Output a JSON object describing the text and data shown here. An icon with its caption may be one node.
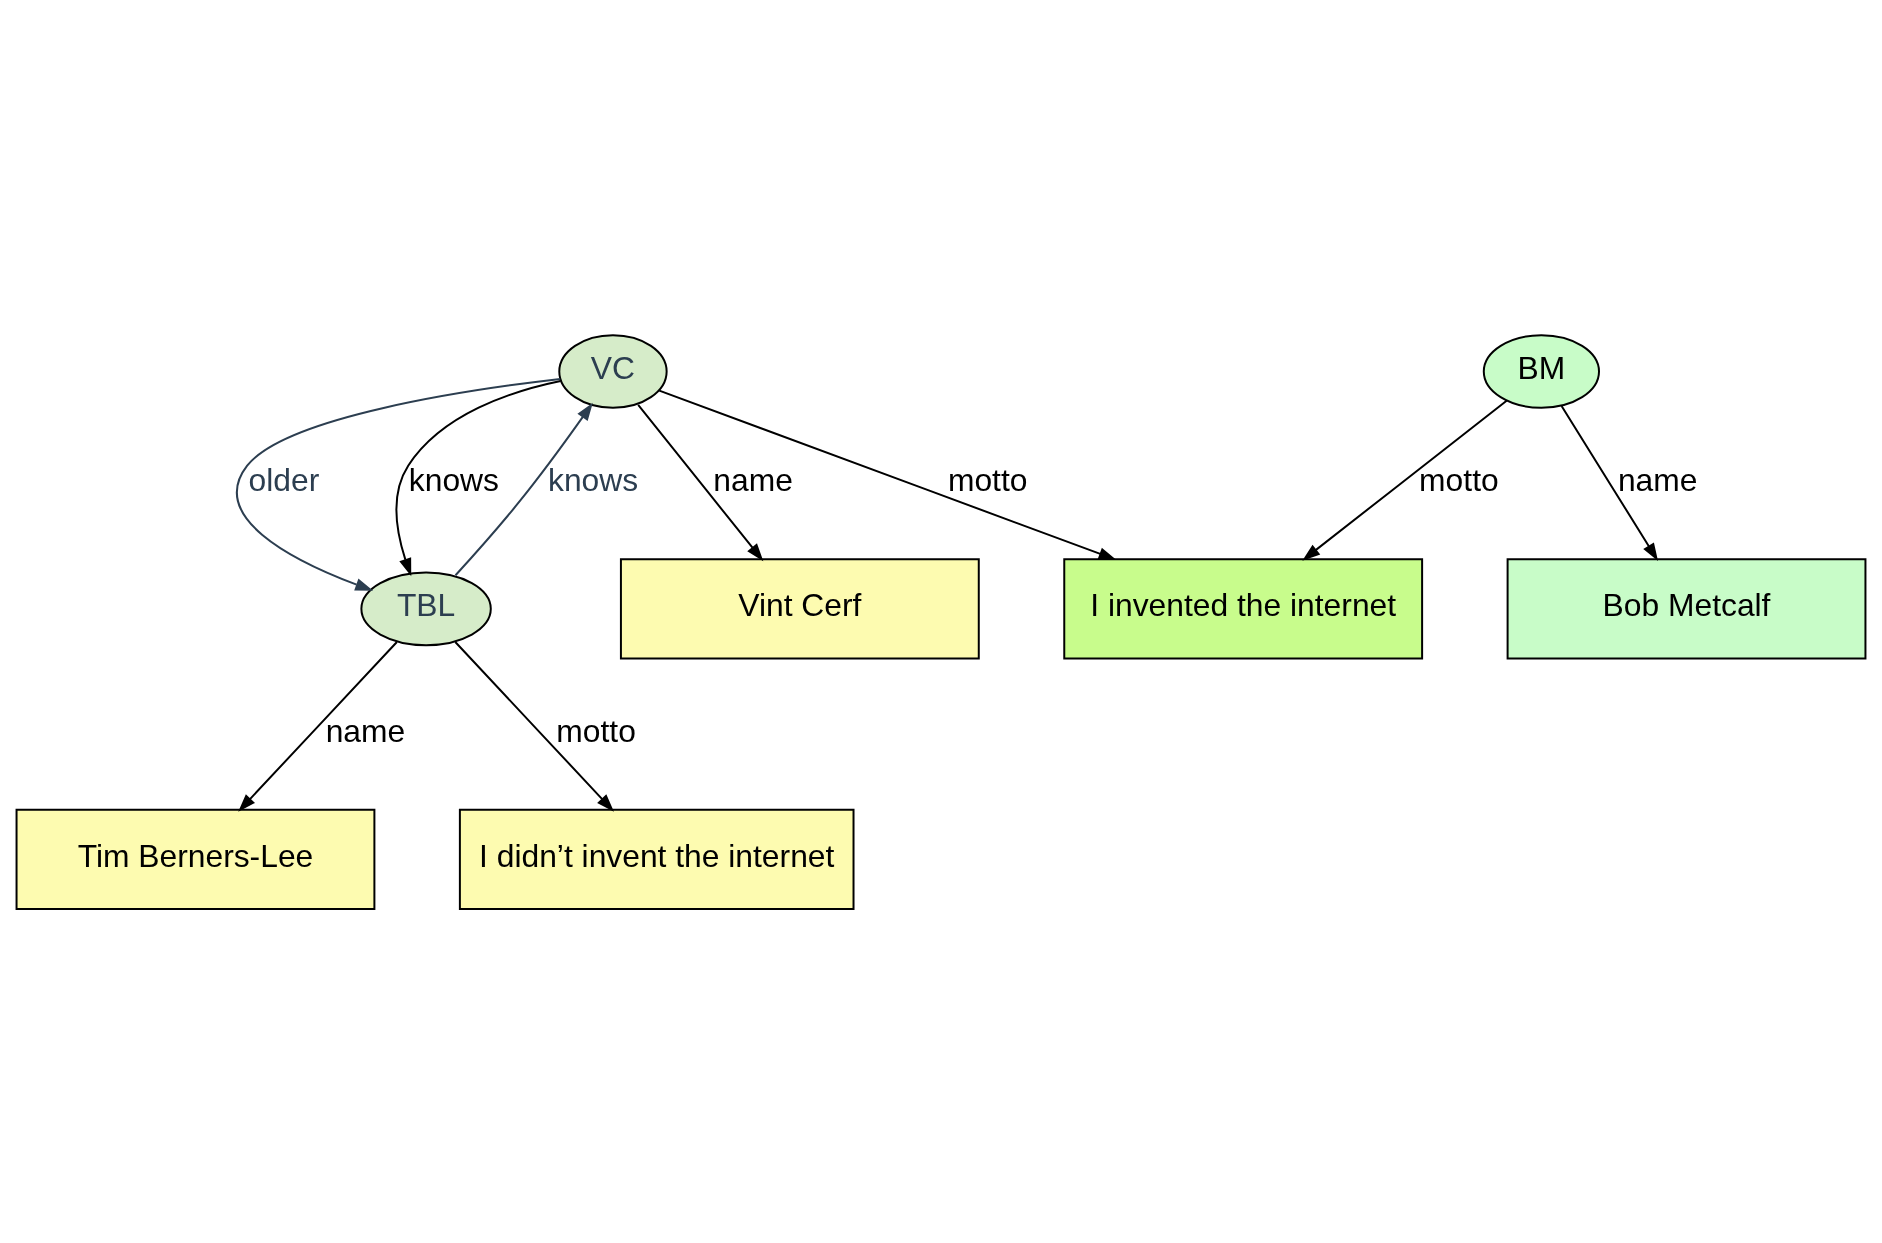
{
  "diagram": {
    "nodes": [
      {
        "text": [
          "VC"
        ]
      },
      {
        "text": [
          "TBL"
        ]
      },
      {
        "text": [
          "BM"
        ]
      },
      {
        "text": [
          "Vint Cerf"
        ]
      },
      {
        "text": [
          "I invented the internet"
        ]
      },
      {
        "text": [
          "Tim Berners-Lee"
        ]
      },
      {
        "text": [
          "I didn’t invent the internet"
        ]
      },
      {
        "text": [
          "Bob Metcalf"
        ]
      }
    ],
    "edges": [
      {
        "from": 0,
        "to": 1,
        "arrow": "to",
        "label": "older",
        "color": "#2c3e50"
      },
      {
        "from": 1,
        "to": 0,
        "arrow": "to",
        "label": "knows",
        "color": "#2c3e50"
      },
      {
        "from": 0,
        "to": 1,
        "arrow": "to",
        "label": "knows"
      },
      {
        "from": 0,
        "to": 3,
        "arrow": "to",
        "label": "name"
      },
      {
        "from": 0,
        "to": 4,
        "arrow": "to",
        "label": "motto"
      },
      {
        "from": 1,
        "to": 5,
        "arrow": "to",
        "label": "name"
      },
      {
        "from": 1,
        "to": 6,
        "arrow": "to",
        "label": "motto"
      },
      {
        "from": 2,
        "to": 4,
        "arrow": "to",
        "label": "motto"
      },
      {
        "from": 2,
        "to": 7,
        "arrow": "to",
        "label": "name"
      }
    ]
  }
}
